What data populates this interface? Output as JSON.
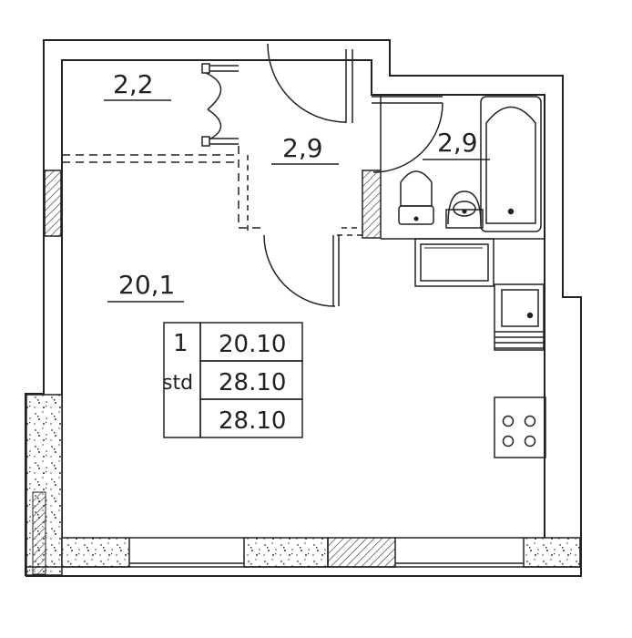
{
  "rooms": {
    "hall_small": "2,2",
    "corridor": "2,9",
    "bathroom": "2,9",
    "living": "20,1"
  },
  "summary": {
    "rooms_count": "1",
    "type": "std",
    "living_area": "20.10",
    "total_area": "28.10",
    "total_area_2": "28.10"
  },
  "colors": {
    "line": "#222222",
    "hatch": "#555555",
    "background": "#ffffff"
  }
}
